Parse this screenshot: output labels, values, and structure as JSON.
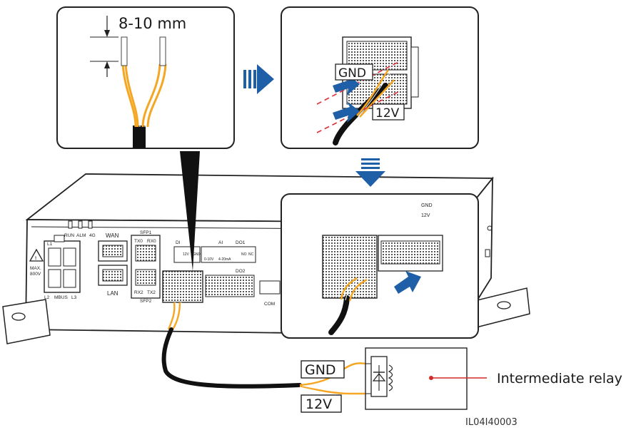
{
  "strip_length": "8-10 mm",
  "gnd_label": "GND",
  "v12_label": "12V",
  "relay_label": "Intermediate relay",
  "figure_id": "IL04I40003",
  "device": {
    "led_run": "RUN",
    "led_alm": "ALM",
    "led_4g": "4G",
    "wan": "WAN",
    "lan": "LAN",
    "l1": "L1",
    "l2": "L2",
    "mbus": "MBUS",
    "l3": "L3",
    "max_line1": "MAX.",
    "max_line2": "800V",
    "sfp1": "SFP1",
    "sfp2": "SFP2",
    "tx0": "TX0",
    "rx0": "RX0",
    "rx2": "RX2",
    "tx2": "TX2",
    "di": "DI",
    "ai": "AI",
    "do1": "DO1",
    "do2": "DO2",
    "com": "COM",
    "ai_range": "0-10V",
    "ai_range2": "4-20mA",
    "gnd_small": "GND",
    "v12_small": "12V",
    "no": "NO",
    "nc": "NC"
  },
  "colors": {
    "wire_orange": "#f5a623",
    "arrow_blue": "#1f5fa8",
    "red_dash": "#e0303a",
    "relay_line": "#d22a2a"
  }
}
